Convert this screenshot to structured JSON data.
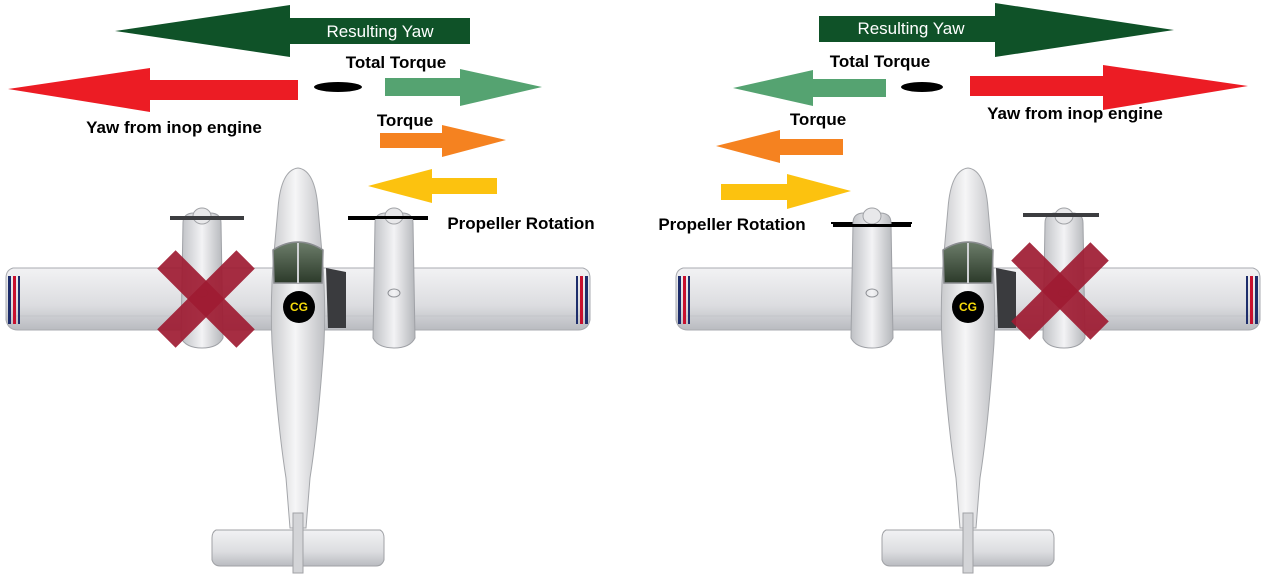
{
  "labels": {
    "resulting_yaw": "Resulting Yaw",
    "total_torque": "Total Torque",
    "torque": "Torque",
    "propeller_rotation": "Propeller Rotation",
    "yaw_from_inop_engine": "Yaw from inop engine",
    "cg": "CG"
  },
  "colors": {
    "resulting_yaw": "#0f5228",
    "yaw_inop": "#ec1c24",
    "total_torque": "#55a371",
    "torque": "#f58220",
    "propeller_rotation": "#fcc20f",
    "inop_cross": "#9e1b32",
    "cg_badge": "#000000",
    "cg_text": "#f5d90a"
  },
  "icons": [
    "inop-engine-cross-icon",
    "cg-badge-icon",
    "twin-engine-airplane-icon"
  ]
}
